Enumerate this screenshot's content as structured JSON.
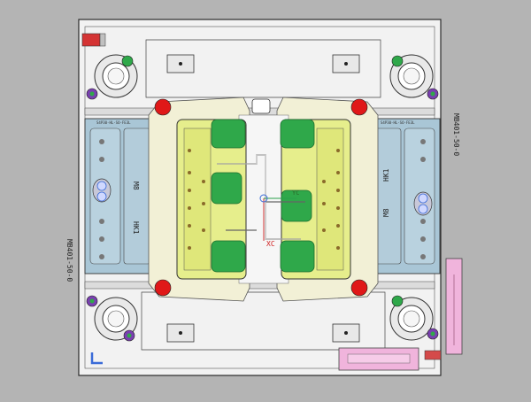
{
  "colors": {
    "background": "#b4b4b4",
    "plate": "#f2f2f2",
    "outline": "#2a2a2a",
    "blue_block": "#a9c6d6",
    "yellow_insert": "#e6ee8c",
    "green_part": "#2fa84a",
    "red_pin": "#e01818",
    "pink_attachment": "#f0b4dc",
    "purple_bolt": "#7a3fb0",
    "axis_blue": "#3a6bd8",
    "axis_red": "#d02020"
  },
  "labels": {
    "plate_code_top_right": "MB401-50-0",
    "plate_code_bottom_left": "MB401-50-0",
    "block_code_left": "M8",
    "block_code_right": "M8",
    "block_name_left": "HK1",
    "block_name_right": "HK1",
    "small_text_top_left": "S4P30-HL-SO-FE3L",
    "small_text_top_right": "S4P30-HL-SO-FE3L",
    "coord_label": "XC",
    "coord_label_y": "YC"
  },
  "icons": {
    "corner_marker": "l-bracket-icon",
    "origin": "coordinate-origin-icon"
  }
}
